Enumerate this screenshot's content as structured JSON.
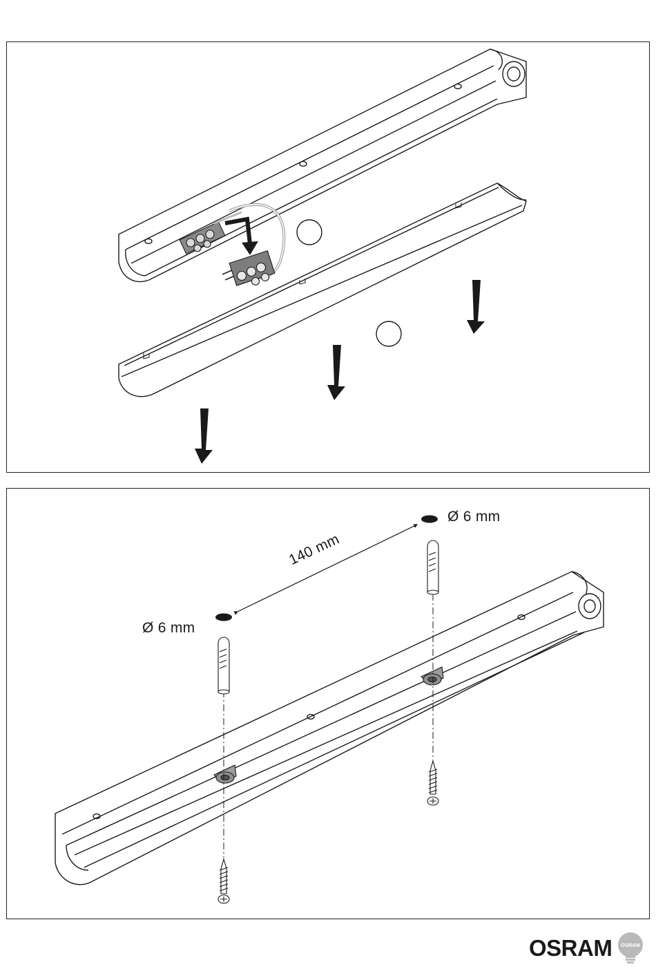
{
  "panel_2": {
    "hole_right_label": "Ø 6 mm",
    "hole_left_label": "Ø 6 mm",
    "spacing_label": "140 mm"
  },
  "brand": {
    "wordmark": "OSRAM",
    "bulb_text": "OSRAM"
  },
  "colors": {
    "line": "#1a1a1a",
    "shade": "#bdbdbd",
    "bulb": "#b9b9b9"
  }
}
